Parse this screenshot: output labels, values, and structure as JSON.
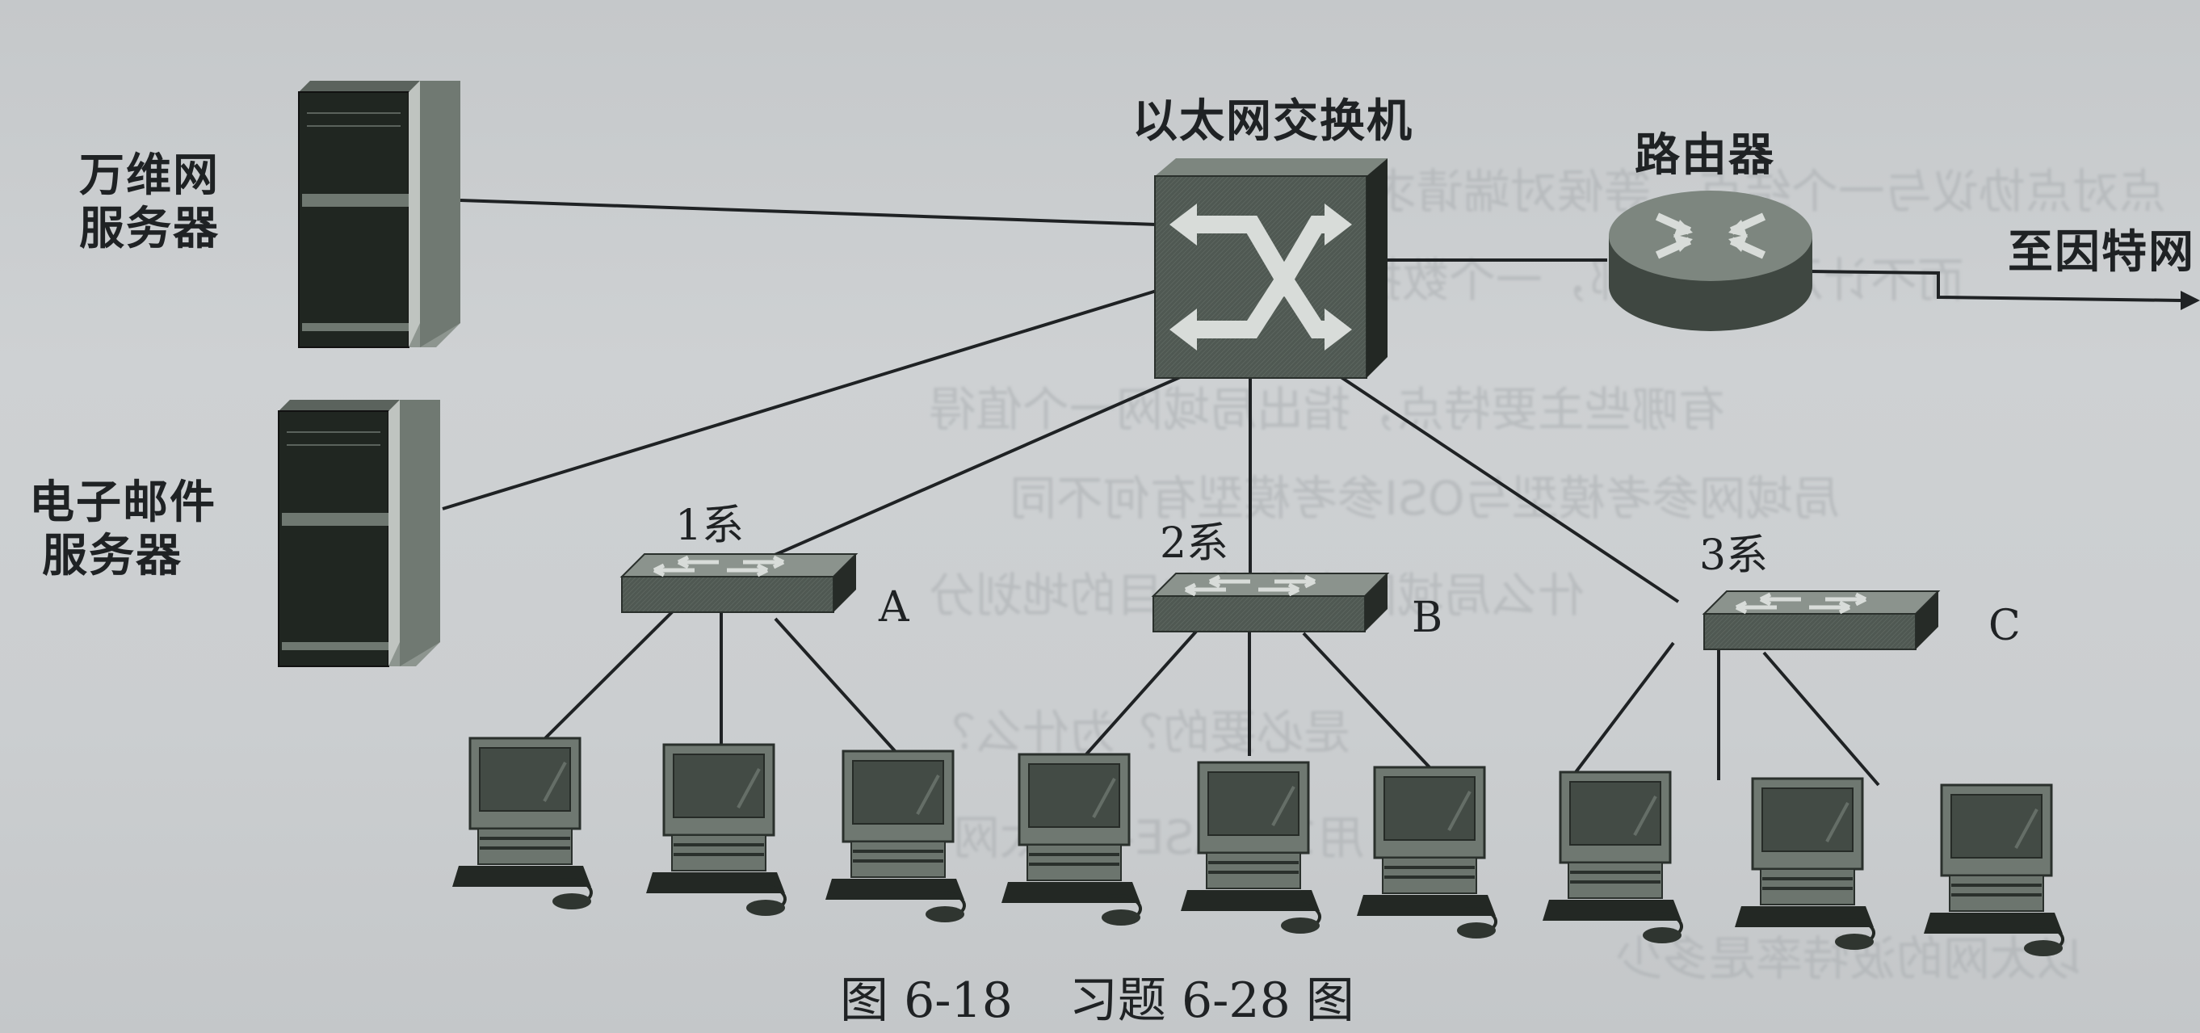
{
  "figure": {
    "number": "图 6-18",
    "title": "习题 6-28 图"
  },
  "nodes": {
    "web_server": {
      "label_line1": "万维网",
      "label_line2": "服务器",
      "icon": "server-tower-icon"
    },
    "email_server": {
      "label_line1": "电子邮件",
      "label_line2": "服务器",
      "icon": "server-tower-icon"
    },
    "core_switch": {
      "label": "以太网交换机",
      "icon": "ethernet-switch-icon"
    },
    "router": {
      "label": "路由器",
      "icon": "router-icon"
    },
    "internet_link": {
      "label": "至因特网",
      "icon": "arrow-right-icon"
    },
    "department_switches": [
      {
        "dept": "1系",
        "id": "A",
        "hosts": 3
      },
      {
        "dept": "2系",
        "id": "B",
        "hosts": 3
      },
      {
        "dept": "3系",
        "id": "C",
        "hosts": 3
      }
    ]
  },
  "links": [
    [
      "web_server",
      "core_switch"
    ],
    [
      "email_server",
      "core_switch"
    ],
    [
      "core_switch",
      "router"
    ],
    [
      "router",
      "internet"
    ],
    [
      "core_switch",
      "A"
    ],
    [
      "core_switch",
      "B"
    ],
    [
      "core_switch",
      "C"
    ],
    [
      "A",
      "pc1"
    ],
    [
      "A",
      "pc2"
    ],
    [
      "A",
      "pc3"
    ],
    [
      "B",
      "pc4"
    ],
    [
      "B",
      "pc5"
    ],
    [
      "B",
      "pc6"
    ],
    [
      "C",
      "pc7"
    ],
    [
      "C",
      "pc8"
    ],
    [
      "C",
      "pc9"
    ]
  ],
  "colors": {
    "paper": "#cbced0",
    "ink": "#1f2224",
    "device_dark": "#2a302c",
    "device_mid": "#5d665f",
    "device_light": "#8e9690",
    "glyph": "#d8dcd9"
  }
}
